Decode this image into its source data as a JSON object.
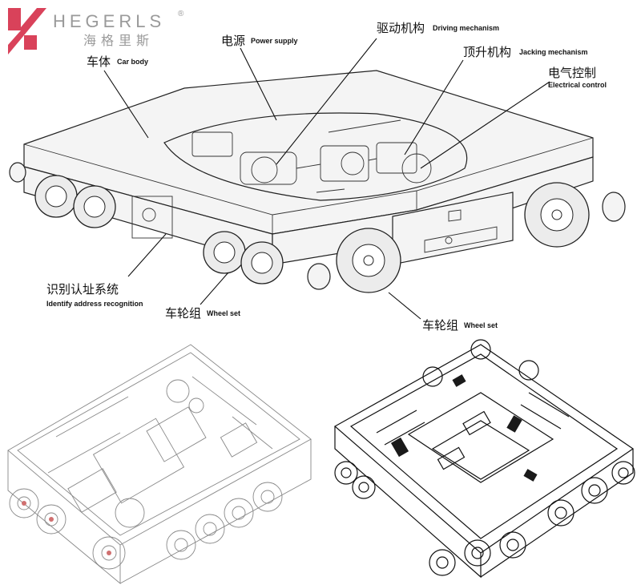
{
  "brand": {
    "name": "HEGERLS",
    "registered_mark": "®",
    "chinese_name": "海格里斯",
    "logo_color": "#d9425a",
    "text_color": "#9a9a9a"
  },
  "labels": {
    "car_body": {
      "cn": "车体",
      "en": "Car body"
    },
    "power_supply": {
      "cn": "电源",
      "en": "Power supply"
    },
    "driving_mechanism": {
      "cn": "驱动机构",
      "en": "Driving mechanism"
    },
    "jacking_mechanism": {
      "cn": "顶升机构",
      "en": "Jacking mechanism"
    },
    "electrical_control": {
      "cn": "电气控制",
      "en": "Electrical control"
    },
    "identify_address": {
      "cn": "识别认址系统",
      "en": "Identify address recognition"
    },
    "wheel_set_left": {
      "cn": "车轮组",
      "en": "Wheel set"
    },
    "wheel_set_right": {
      "cn": "车轮组",
      "en": "Wheel set"
    }
  }
}
